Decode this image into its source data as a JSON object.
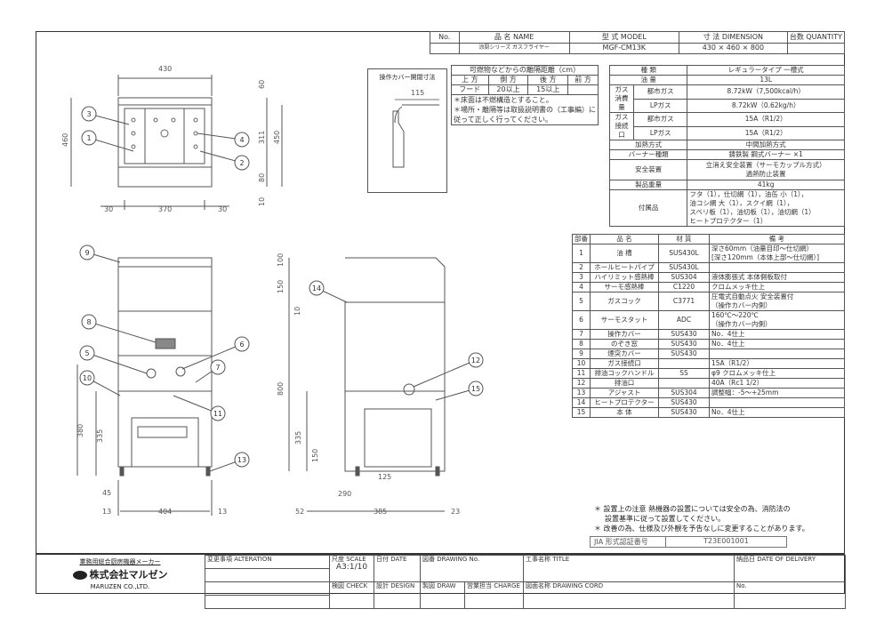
{
  "header": {
    "no_label": "No.",
    "name_label": "品 名 NAME",
    "model_label": "型 式 MODEL",
    "dimension_label": "寸 法 DIMENSION",
    "quantity_label": "台数 QUANTITY",
    "name": "涼厨シリーズ ガスフライヤー",
    "model": "MGF-CM13K",
    "dimension": "430 × 460 × 800"
  },
  "op_cover": {
    "label": "操作カバー開閉寸法",
    "value": "115"
  },
  "clearance": {
    "title": "可燃物などからの離隔距離（cm）",
    "headers": [
      "上 方",
      "側 方",
      "後 方",
      "前 方"
    ],
    "values": [
      "フード",
      "20以上",
      "15以上"
    ],
    "notes": [
      "＊床面は不燃構造とすること。",
      "＊場所・離隔等は取扱説明書の（工事編）に",
      "従って正しく行ってください。"
    ]
  },
  "spec": {
    "type_label": "種 類",
    "type": "レギュラータイプ 一槽式",
    "oil_label": "油 量",
    "oil": "13L",
    "gas_consumption_label": "ガス消費量",
    "gas_connection_label": "ガス接続口",
    "city_gas": "都市ガス",
    "lp_gas": "LPガス",
    "consumption_city": "8.72kW（7,500kcal/h）",
    "consumption_lp": "8.72kW（0.62kg/h）",
    "connection_city": "15A（R1/2）",
    "connection_lp": "15A（R1/2）",
    "heating_label": "加熱方式",
    "heating": "中間加熱方式",
    "burner_label": "バーナー種類",
    "burner": "鋳鉄製 鋼式バーナー ×1",
    "safety_label": "安全装置",
    "safety_1": "立消え安全装置（サーモカップル方式）",
    "safety_2": "過熱防止装置",
    "weight_label": "製品重量",
    "weight": "41kg",
    "accessories_label": "付属品",
    "accessories": [
      "フタ（1），仕切網（1），油缶 小（1），",
      "油コシ網 大（1），スクイ網（1），",
      "スベリ板（1），油切板（1），油切網（1）",
      "ヒートプロテクター（1）"
    ]
  },
  "parts": {
    "headers": [
      "部番",
      "品 名",
      "材 質",
      "備 考"
    ],
    "rows": [
      [
        "1",
        "油 槽",
        "SUS430L",
        "深さ60mm（油量目印〜仕切網）",
        "[深さ120mm（本体上部〜仕切網）]"
      ],
      [
        "2",
        "ホールヒートパイプ",
        "SUS430L",
        "",
        ""
      ],
      [
        "3",
        "ハイリミット感熱棒",
        "SUS304",
        "液体膨張式 本体側板取付",
        ""
      ],
      [
        "4",
        "サーモ感熱棒",
        "C1220",
        "クロムメッキ仕上",
        ""
      ],
      [
        "5",
        "ガスコック",
        "C3771",
        "圧電式自動点火 安全装置付",
        "（操作カバー内側）"
      ],
      [
        "6",
        "サーモスタット",
        "ADC",
        "160℃〜220℃",
        "（操作カバー内側）"
      ],
      [
        "7",
        "操作カバー",
        "SUS430",
        "No．4仕上",
        ""
      ],
      [
        "8",
        "のぞき窓",
        "SUS430",
        "No．4仕上",
        ""
      ],
      [
        "9",
        "煙突カバー",
        "SUS430",
        "",
        ""
      ],
      [
        "10",
        "ガス接続口",
        "",
        "15A（R1/2）",
        ""
      ],
      [
        "11",
        "排油コックハンドル",
        "SS",
        "φ9 クロムメッキ仕上",
        ""
      ],
      [
        "12",
        "排油口",
        "",
        "40A（Rc1 1/2）",
        ""
      ],
      [
        "13",
        "アジャスト",
        "SUS304",
        "調整幅：-5〜+25mm",
        ""
      ],
      [
        "14",
        "ヒートプロテクター",
        "SUS430",
        "",
        ""
      ],
      [
        "15",
        "本 体",
        "SUS430",
        "No．4仕上",
        ""
      ]
    ]
  },
  "notes": [
    "＊ 設置上の注意 熱機器の設置については安全の為、消防法の",
    "設置基準に従って設置してください。",
    "＊ 改善の為、仕様及び外観を予告なしに変更することがあります。"
  ],
  "jia": {
    "label": "JIA 形式認証番号",
    "value": "T23E001001"
  },
  "title_block": {
    "tagline": "業務用総合厨房機器メーカー",
    "company": "株式会社マルゼン",
    "company_en": "MARUZEN CO.,LTD.",
    "alteration": "変更事項 ALTERATION",
    "scale_label": "尺度 SCALE",
    "scale": "A3:1/10",
    "date": "日付 DATE",
    "drawing_no": "図番 DRAWING No.",
    "title": "工事名称 TITLE",
    "delivery": "納品日 DATE OF DELIVERY",
    "check": "検図 CHECK",
    "design": "設計 DESIGN",
    "draw": "製図 DRAW",
    "charge": "営業担当 CHARGE",
    "drawing_cord": "図面名称 DRAWING CORD",
    "no": "No."
  },
  "dims": {
    "top_width": "430",
    "top_h60": "60",
    "top_h311": "311",
    "top_h450": "450",
    "top_h460": "460",
    "top_h80": "80",
    "top_h10": "10",
    "top_w30a": "30",
    "top_w370": "370",
    "top_w30b": "30",
    "front_45": "45",
    "front_13a": "13",
    "front_404": "404",
    "front_13b": "13",
    "front_380": "380",
    "front_335": "335",
    "side_150": "150",
    "side_100": "100",
    "side_10": "10",
    "side_800": "800",
    "side_335": "335",
    "side_150b": "150",
    "side_125": "125",
    "side_290": "290",
    "side_52": "52",
    "side_385": "385",
    "side_23": "23"
  },
  "balloons": [
    "1",
    "2",
    "3",
    "4",
    "5",
    "6",
    "7",
    "8",
    "9",
    "10",
    "11",
    "12",
    "13",
    "14",
    "15"
  ]
}
